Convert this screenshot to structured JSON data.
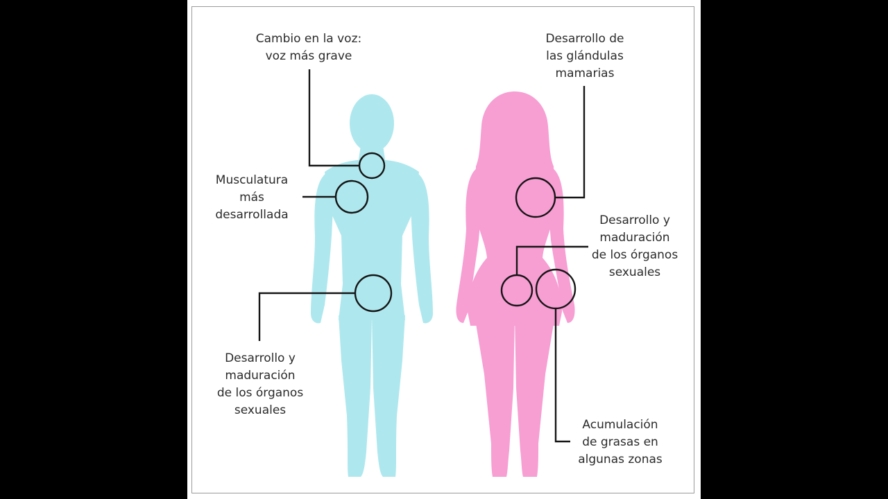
{
  "colors": {
    "background": "#000000",
    "panel": "#ffffff",
    "panel_border": "#9a9a9a",
    "male_silhouette": "#aee8ee",
    "female_silhouette": "#f79ed3",
    "callout": "#151515",
    "text": "#2a2a2a"
  },
  "labels": {
    "voice_change": "Cambio en la voz:\nvoz más grave",
    "musculature": "Musculatura\nmás\ndesarrollada",
    "male_organs": "Desarrollo y\nmaduración\nde los órganos\nsexuales",
    "mammary": "Desarrollo de\nlas glándulas\nmamarias",
    "female_organs": "Desarrollo y\nmaduración\nde los órganos\nsexuales",
    "fat": "Acumulación\nde grasas en\nalgunas zonas"
  }
}
